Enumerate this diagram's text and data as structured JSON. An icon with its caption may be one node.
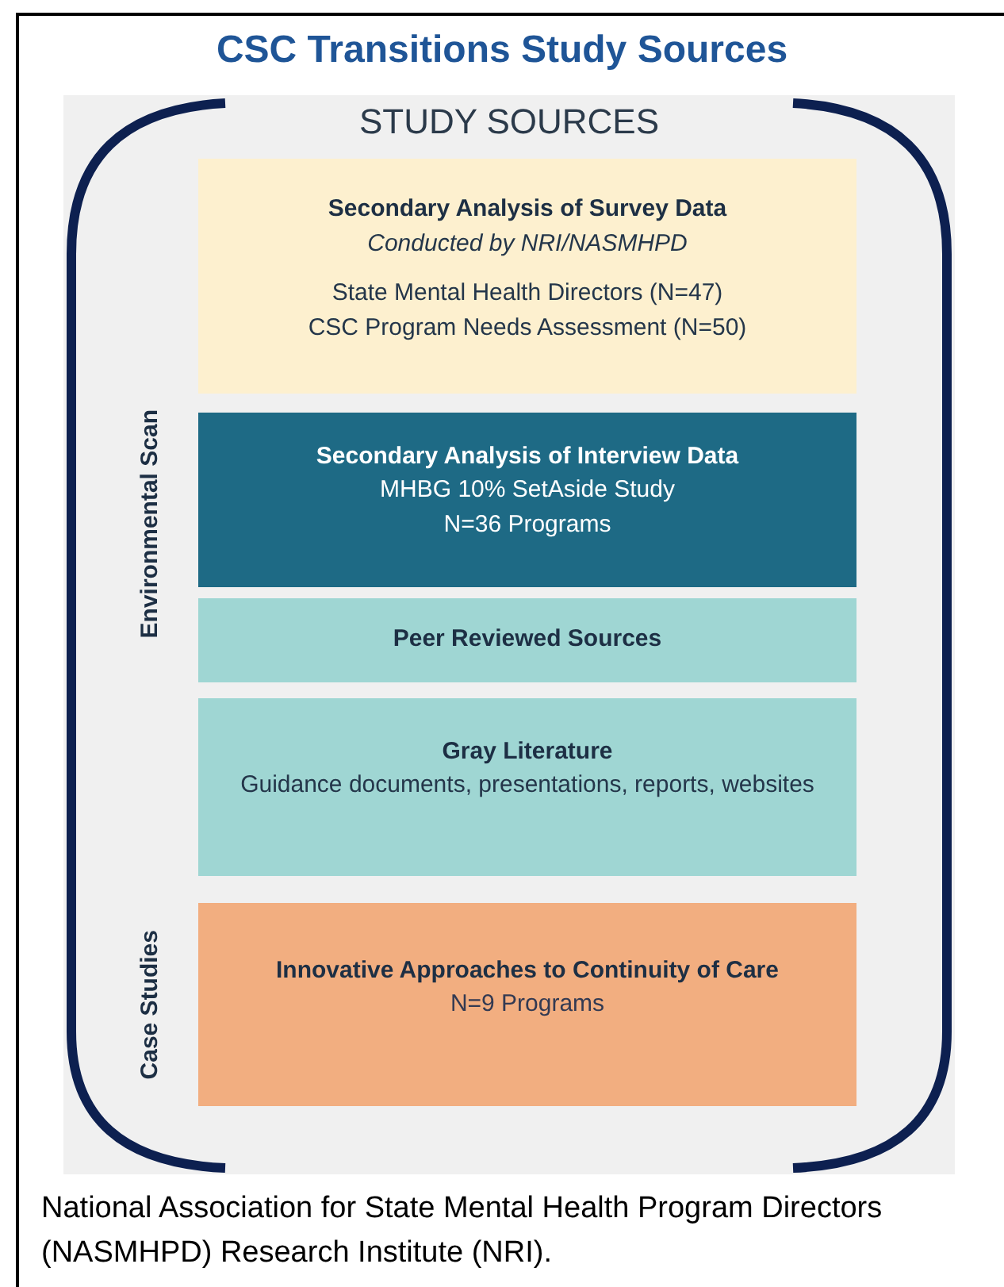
{
  "diagram": {
    "title": "CSC Transitions Study Sources",
    "caption": "National Association for State Mental Health Program Directors (NASMHPD) Research Institute (NRI).",
    "nodes": [
      {
        "text": [
          "STUDY SOURCES"
        ]
      },
      {
        "text": [
          "Secondary Analysis of Survey Data",
          "Conducted by NRI/NASMHPD",
          "State Mental Health Directors (N=47)",
          "CSC Program Needs Assessment (N=50)"
        ],
        "in": 0
      },
      {
        "text": [
          "Secondary Analysis of Interview Data",
          "MHBG 10% SetAside Study",
          "N=36 Programs"
        ],
        "in": 0
      },
      {
        "text": [
          "Peer Reviewed Sources"
        ],
        "in": 0
      },
      {
        "text": [
          "Gray Literature",
          "Guidance documents, presentations, reports, websites"
        ],
        "in": 0
      },
      {
        "text": [
          "Innovative Approaches to Continuity of Care",
          "N=9 Programs"
        ],
        "in": 0
      }
    ],
    "labels": [
      "Environmental Scan",
      "Case Studies"
    ]
  }
}
